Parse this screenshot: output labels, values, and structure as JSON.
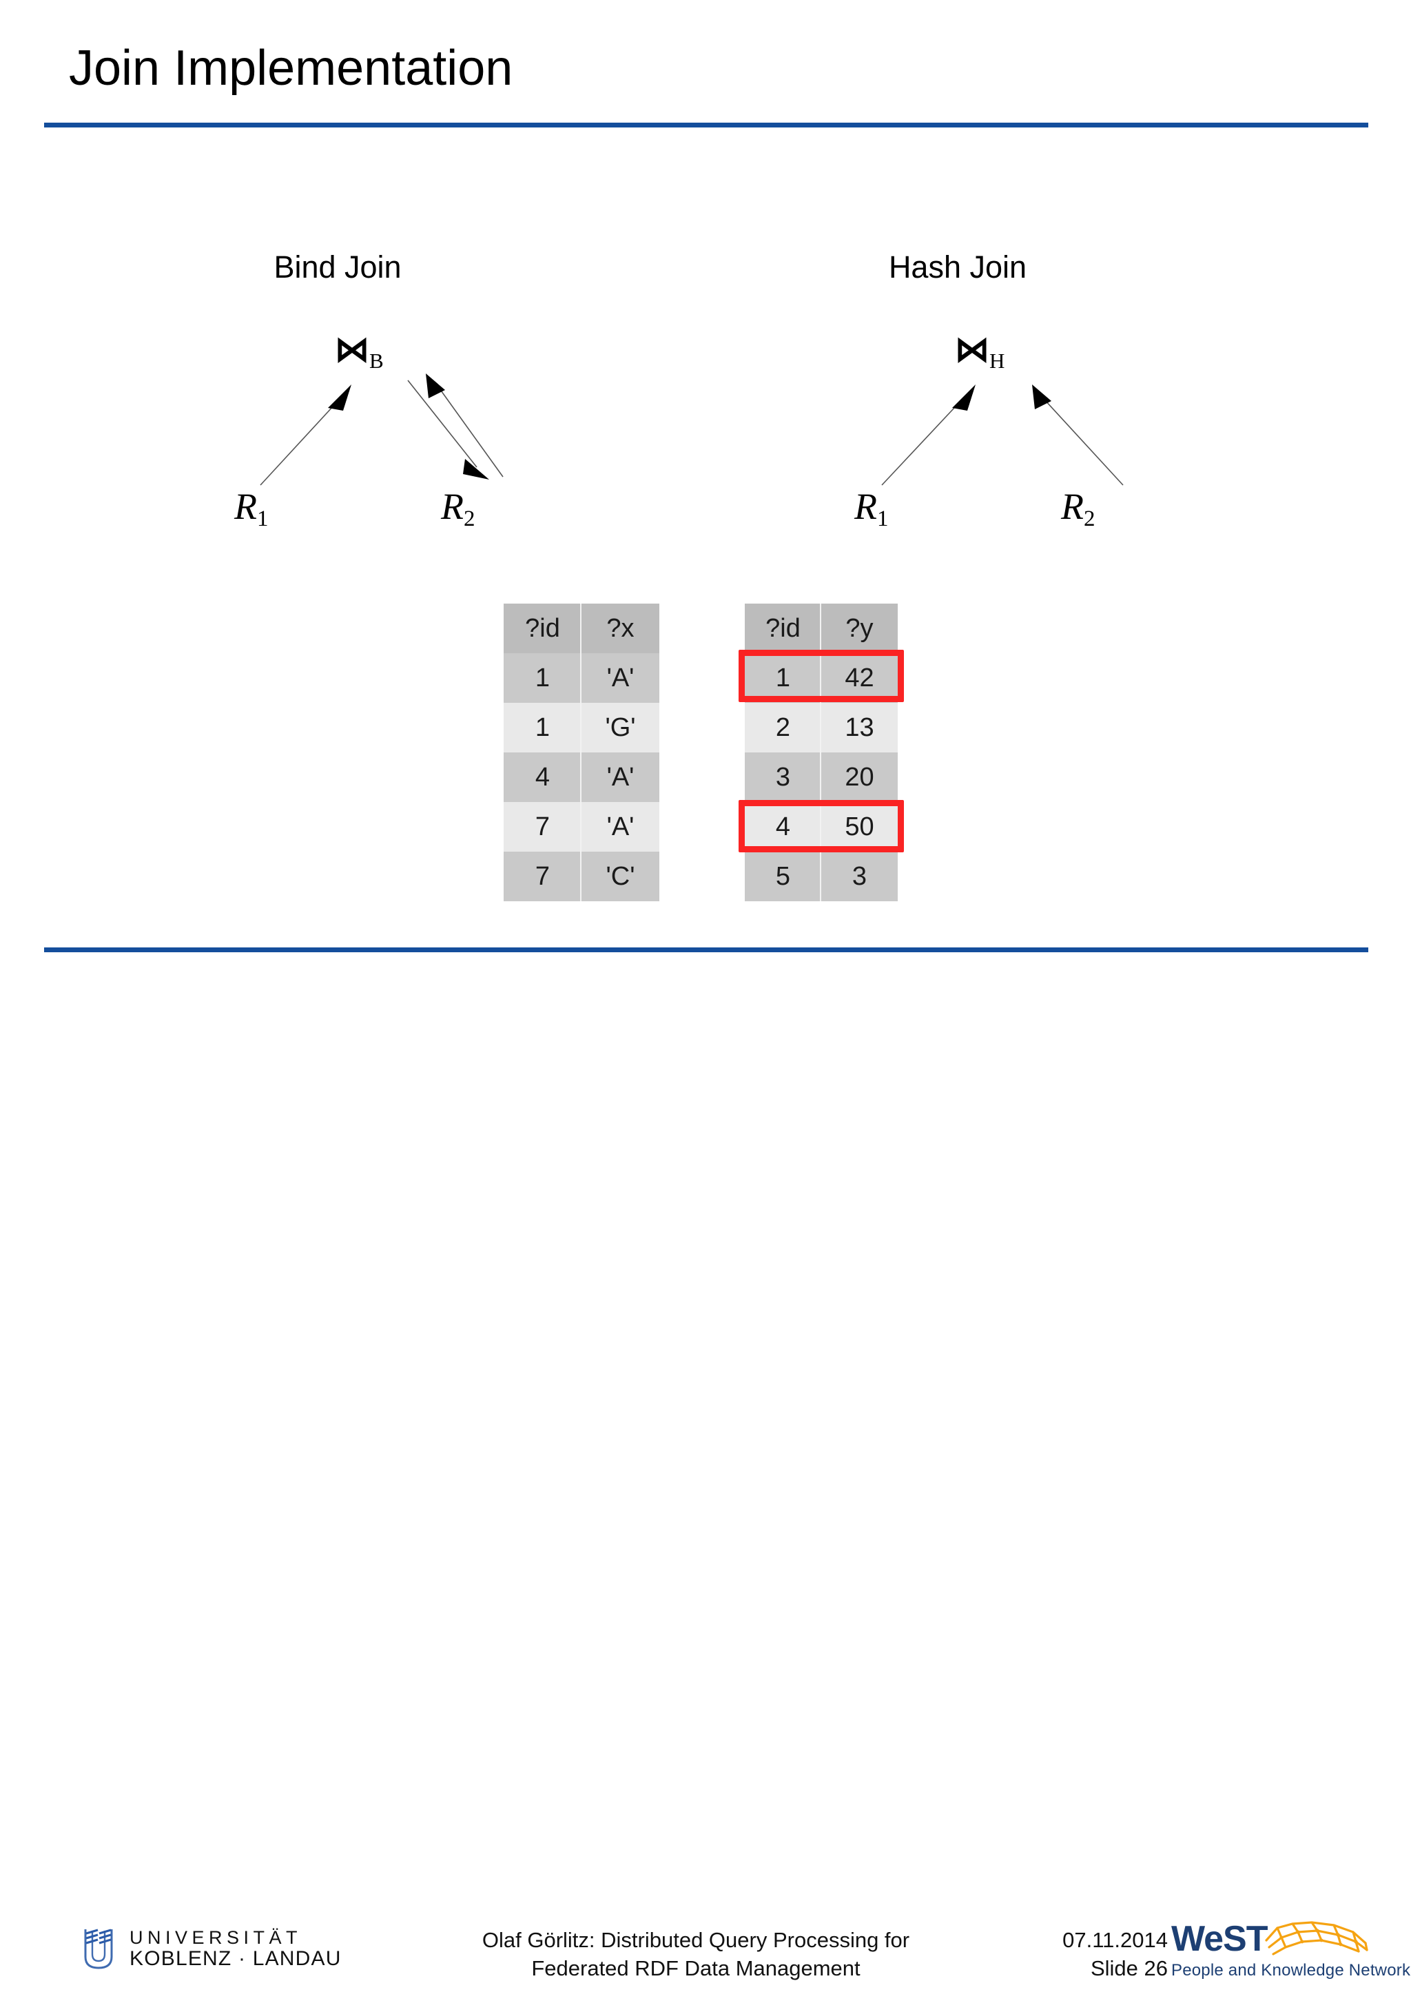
{
  "slide": {
    "title": "Join Implementation",
    "rule_color": "#144e9c"
  },
  "sections": [
    {
      "id": "bind",
      "heading": "Bind Join",
      "operator_glyph": "⋈",
      "operator_subscript": "B",
      "left_relation": "R",
      "left_relation_subscript": "1",
      "right_relation": "R",
      "right_relation_subscript": "2",
      "arrows": "R1 up to join; bidirectional between join and R2"
    },
    {
      "id": "hash",
      "heading": "Hash Join",
      "operator_glyph": "⋈",
      "operator_subscript": "H",
      "left_relation": "R",
      "left_relation_subscript": "1",
      "right_relation": "R",
      "right_relation_subscript": "2",
      "arrows": "R1 up to join; R2 up to join"
    }
  ],
  "tables": {
    "left": {
      "name": "relation-r1-table",
      "headers": [
        "?id",
        "?x"
      ],
      "rows": [
        {
          "cells": [
            "1",
            "'A'"
          ],
          "shade": "dark",
          "highlight": false
        },
        {
          "cells": [
            "1",
            "'G'"
          ],
          "shade": "light",
          "highlight": false
        },
        {
          "cells": [
            "4",
            "'A'"
          ],
          "shade": "dark",
          "highlight": false
        },
        {
          "cells": [
            "7",
            "'A'"
          ],
          "shade": "light",
          "highlight": false
        },
        {
          "cells": [
            "7",
            "'C'"
          ],
          "shade": "dark",
          "highlight": false
        }
      ]
    },
    "right": {
      "name": "relation-r2-table",
      "headers": [
        "?id",
        "?y"
      ],
      "rows": [
        {
          "cells": [
            "1",
            "42"
          ],
          "shade": "dark",
          "highlight": true
        },
        {
          "cells": [
            "2",
            "13"
          ],
          "shade": "light",
          "highlight": false
        },
        {
          "cells": [
            "3",
            "20"
          ],
          "shade": "dark",
          "highlight": false
        },
        {
          "cells": [
            "4",
            "50"
          ],
          "shade": "light",
          "highlight": true
        },
        {
          "cells": [
            "5",
            "3"
          ],
          "shade": "dark",
          "highlight": false
        }
      ]
    },
    "colors": {
      "header_bg": "#bcbcbc",
      "row_dark_bg": "#c9c9c9",
      "row_light_bg": "#e9e9e9",
      "highlight_border": "#fa2323"
    }
  },
  "footer": {
    "university_line1": "UNIVERSITÄT",
    "university_line2": "KOBLENZ · LANDAU",
    "center_line1": "Olaf Görlitz: Distributed Query Processing for",
    "center_line2": "Federated RDF Data Management",
    "date": "07.11.2014",
    "slide_number": "Slide 26",
    "west_word": "WeST",
    "west_tagline": "People and Knowledge Networks",
    "west_color": "#1d3f73",
    "west_mesh_color": "#f5a312"
  }
}
